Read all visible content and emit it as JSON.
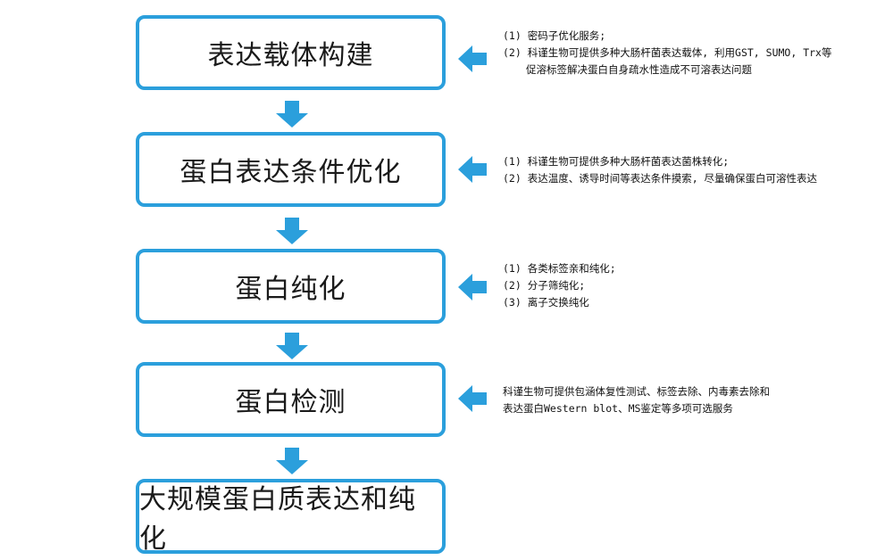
{
  "colors": {
    "accent": "#2b9fdc",
    "text": "#1a1a1a"
  },
  "steps": [
    {
      "label": "表达载体构建"
    },
    {
      "label": "蛋白表达条件优化"
    },
    {
      "label": "蛋白纯化"
    },
    {
      "label": "蛋白检测"
    },
    {
      "label": "大规模蛋白质表达和纯化"
    }
  ],
  "notes": [
    {
      "lines": [
        "(1) 密码子优化服务;",
        "(2) 科谨生物可提供多种大肠杆菌表达载体, 利用GST, SUMO, Trx等",
        "促溶标签解决蛋白自身疏水性造成不可溶表达问题"
      ]
    },
    {
      "lines": [
        "(1) 科谨生物可提供多种大肠杆菌表达菌株转化;",
        "(2) 表达温度、诱导时间等表达条件摸索, 尽量确保蛋白可溶性表达"
      ]
    },
    {
      "lines": [
        "(1) 各类标签亲和纯化;",
        "(2) 分子筛纯化;",
        "(3) 离子交换纯化"
      ]
    },
    {
      "lines": [
        "科谨生物可提供包涵体复性测试、标签去除、内毒素去除和",
        "表达蛋白Western blot、MS鉴定等多项可选服务"
      ]
    }
  ]
}
